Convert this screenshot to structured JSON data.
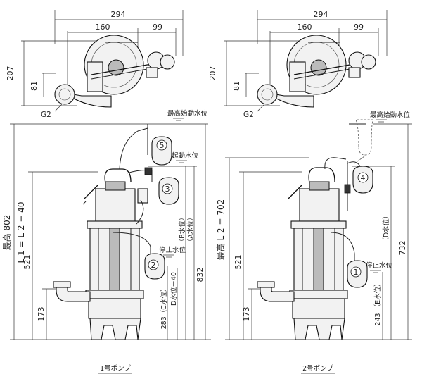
{
  "top_left": {
    "dim_total_width": "294",
    "dim_inner_width": "160",
    "dim_right_width": "99",
    "dim_height": "207",
    "dim_sub_height": "81",
    "outlet_label": "G2"
  },
  "top_right": {
    "dim_total_width": "294",
    "dim_inner_width": "160",
    "dim_right_width": "99",
    "dim_height": "207",
    "dim_sub_height": "81",
    "outlet_label": "G2"
  },
  "pump1": {
    "caption": "1号ポンプ",
    "dim_max": "最高 802",
    "dim_l1": "L 1 = L 2 − 40",
    "dim_521": "521",
    "dim_173": "173",
    "dim_c_level": "283（C水位）",
    "dim_d_level": "D水位－40",
    "dim_b_level": "（B水位）",
    "dim_a_level": "（A水位）",
    "dim_832": "832",
    "label_max_start": "最高始動水位",
    "label_start": "起動水位",
    "label_stop": "停止水位",
    "float_5": "5",
    "float_3": "3",
    "float_2": "2"
  },
  "pump2": {
    "caption": "2号ポンプ",
    "dim_l2": "最高 L 2 = 702",
    "dim_521": "521",
    "dim_173": "173",
    "dim_e_level": "243 （E水位）",
    "dim_d_level": "（D水位）",
    "dim_732": "732",
    "label_max_start": "最高始動水位",
    "label_stop": "停止水位",
    "float_4": "4",
    "float_1": "1"
  }
}
